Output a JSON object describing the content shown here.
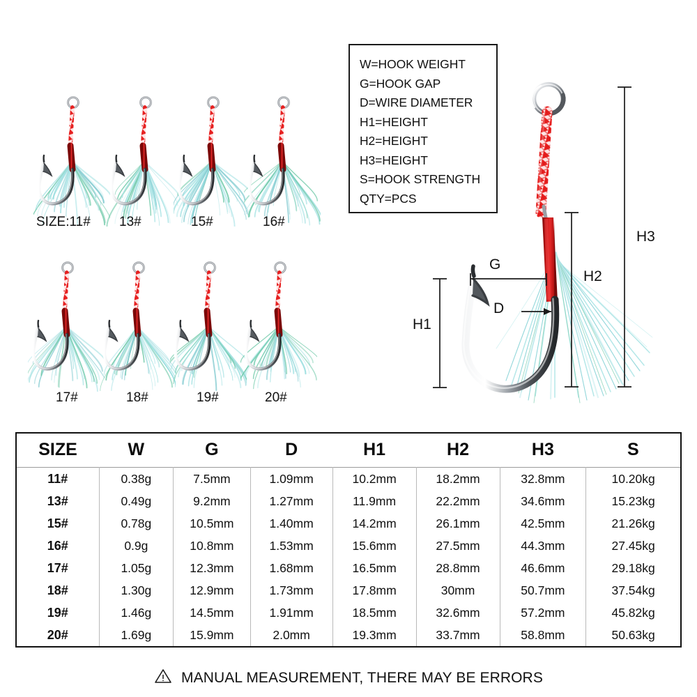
{
  "legend": {
    "title": "abbreviation-key",
    "lines": [
      "W=HOOK WEIGHT",
      "G=HOOK GAP",
      "D=WIRE DIAMETER",
      "H1=HEIGHT",
      "H2=HEIGHT",
      "H3=HEIGHT",
      "S=HOOK STRENGTH",
      "QTY=PCS"
    ]
  },
  "hook_samples": {
    "row1": [
      "SIZE:11#",
      "13#",
      "15#",
      "16#"
    ],
    "row2": [
      "17#",
      "18#",
      "19#",
      "20#"
    ]
  },
  "diagram": {
    "labels": {
      "gap": "G",
      "wire_diameter": "D",
      "h1": "H1",
      "h2": "H2",
      "h3": "H3"
    }
  },
  "colors": {
    "sleeve_red": "#c81414",
    "cord_red": "#e02020",
    "cord_white": "#ffd9d9",
    "flash_teal": "#9fe0e2",
    "steel": "#8b9096",
    "table_border": "#111111",
    "cell_divider": "#b9b9b9"
  },
  "table": {
    "headers": [
      "SIZE",
      "W",
      "G",
      "D",
      "H1",
      "H2",
      "H3",
      "S"
    ],
    "rows": [
      {
        "size": "11#",
        "w": "0.38g",
        "g": "7.5mm",
        "d": "1.09mm",
        "h1": "10.2mm",
        "h2": "18.2mm",
        "h3": "32.8mm",
        "s": "10.20kg"
      },
      {
        "size": "13#",
        "w": "0.49g",
        "g": "9.2mm",
        "d": "1.27mm",
        "h1": "11.9mm",
        "h2": "22.2mm",
        "h3": "34.6mm",
        "s": "15.23kg"
      },
      {
        "size": "15#",
        "w": "0.78g",
        "g": "10.5mm",
        "d": "1.40mm",
        "h1": "14.2mm",
        "h2": "26.1mm",
        "h3": "42.5mm",
        "s": "21.26kg"
      },
      {
        "size": "16#",
        "w": "0.9g",
        "g": "10.8mm",
        "d": "1.53mm",
        "h1": "15.6mm",
        "h2": "27.5mm",
        "h3": "44.3mm",
        "s": "27.45kg"
      },
      {
        "size": "17#",
        "w": "1.05g",
        "g": "12.3mm",
        "d": "1.68mm",
        "h1": "16.5mm",
        "h2": "28.8mm",
        "h3": "46.6mm",
        "s": "29.18kg"
      },
      {
        "size": "18#",
        "w": "1.30g",
        "g": "12.9mm",
        "d": "1.73mm",
        "h1": "17.8mm",
        "h2": "30mm",
        "h3": "50.7mm",
        "s": "37.54kg"
      },
      {
        "size": "19#",
        "w": "1.46g",
        "g": "14.5mm",
        "d": "1.91mm",
        "h1": "18.5mm",
        "h2": "32.6mm",
        "h3": "57.2mm",
        "s": "45.82kg"
      },
      {
        "size": "20#",
        "w": "1.69g",
        "g": "15.9mm",
        "d": "2.0mm",
        "h1": "19.3mm",
        "h2": "33.7mm",
        "h3": "58.8mm",
        "s": "50.63kg"
      }
    ]
  },
  "footer": {
    "icon": "warning-triangle-icon",
    "text": "MANUAL MEASUREMENT, THERE MAY BE ERRORS"
  }
}
